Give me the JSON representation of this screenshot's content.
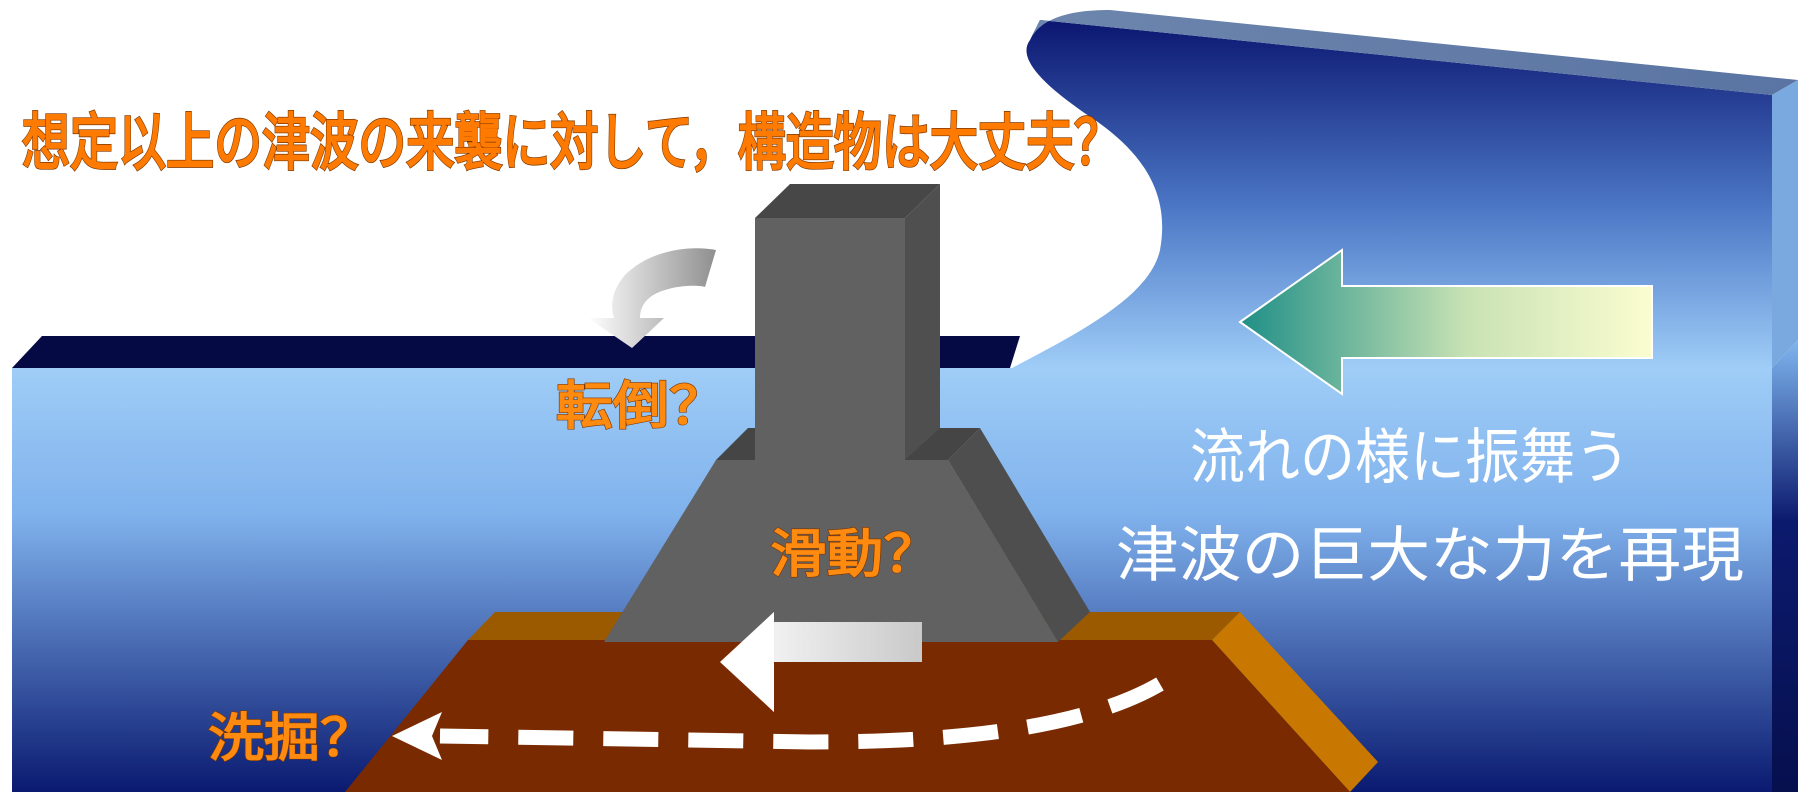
{
  "title": "想定以上の津波の来襲に対して，構造物は大丈夫？",
  "labels": {
    "overturning": "転倒？",
    "sliding": "滑動？",
    "scouring": "洗掘？"
  },
  "message": {
    "line1": "流れの様に振舞う",
    "line2": "津波の巨大な力を再現"
  },
  "colors": {
    "title": "#ff7a00",
    "water_top": "#9fcdf7",
    "water_bottom": "#0a1a70",
    "structure": "#616161",
    "soil": "#7a2a00",
    "soil_edge": "#c87800",
    "arrow_left": "#1f8f87",
    "arrow_right": "#fbfdd0"
  },
  "icons": {
    "overturn": "curved-arrow-icon",
    "slide": "left-arrow-icon",
    "scour": "dashed-arrow-icon",
    "flow": "big-left-arrow-icon"
  }
}
